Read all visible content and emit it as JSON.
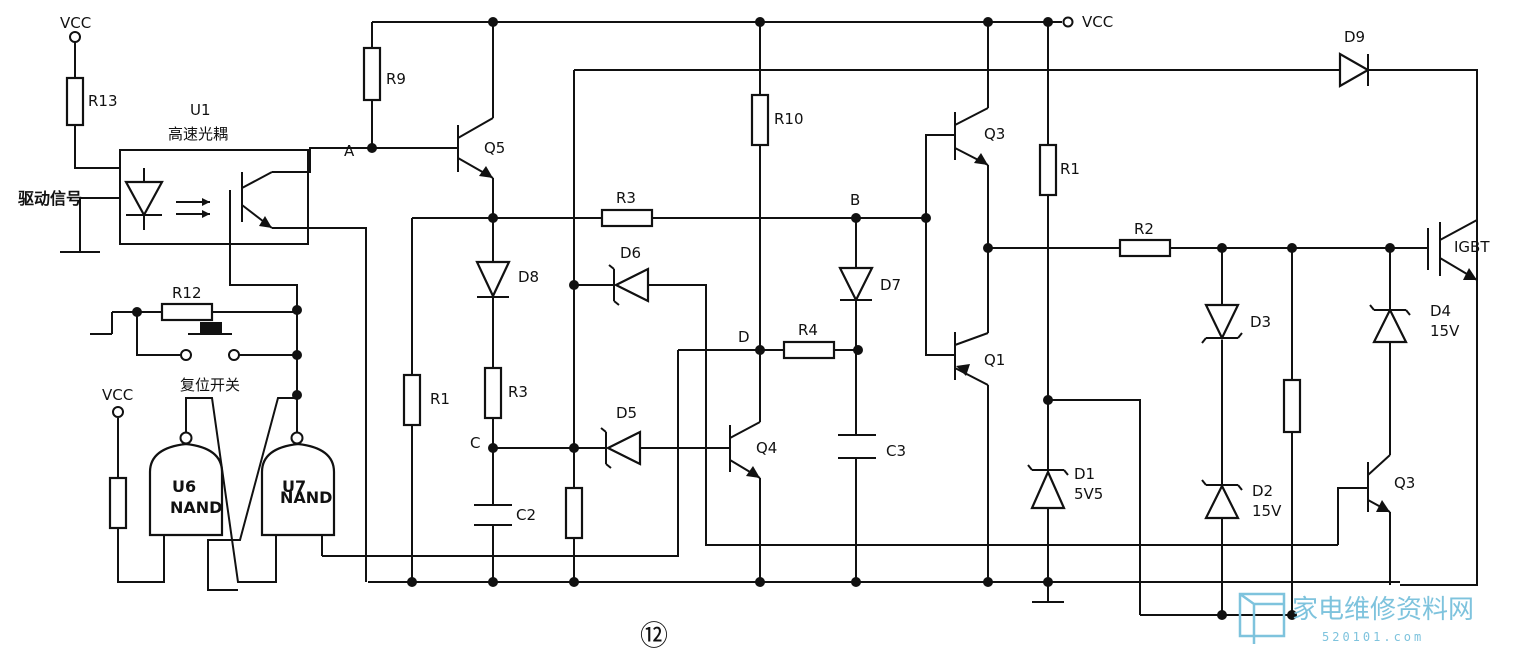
{
  "labels": {
    "vcc_top": "VCC",
    "vcc_left_top": "VCC",
    "vcc_left_bottom": "VCC",
    "r13": "R13",
    "u1": "U1",
    "u1_desc": "高速光耦",
    "drive_signal": "驱动信号",
    "r12": "R12",
    "reset_switch": "复位开关",
    "u6": "U6",
    "u6_type": "NAND",
    "u7": "U7",
    "u7_type": "NAND",
    "r9": "R9",
    "node_a": "A",
    "q5": "Q5",
    "d8": "D8",
    "r1_left": "R1",
    "r3_mid": "R3",
    "node_c": "C",
    "c2": "C2",
    "r3_top": "R3",
    "d6": "D6",
    "d5": "D5",
    "r10": "R10",
    "node_d": "D",
    "r4": "R4",
    "q4": "Q4",
    "node_b": "B",
    "d7": "D7",
    "c3": "C3",
    "q3_top": "Q3",
    "q1": "Q1",
    "r1_right": "R1",
    "d1": "D1",
    "d1_val": "5V5",
    "r2": "R2",
    "d3": "D3",
    "d2": "D2",
    "d2_val": "15V",
    "d9": "D9",
    "igbt": "IGBT",
    "d4": "D4",
    "d4_val": "15V",
    "q3_bottom": "Q3",
    "figure_number": "⑫"
  },
  "watermark": {
    "title": "家电维修资料网",
    "url": "520101.com"
  }
}
